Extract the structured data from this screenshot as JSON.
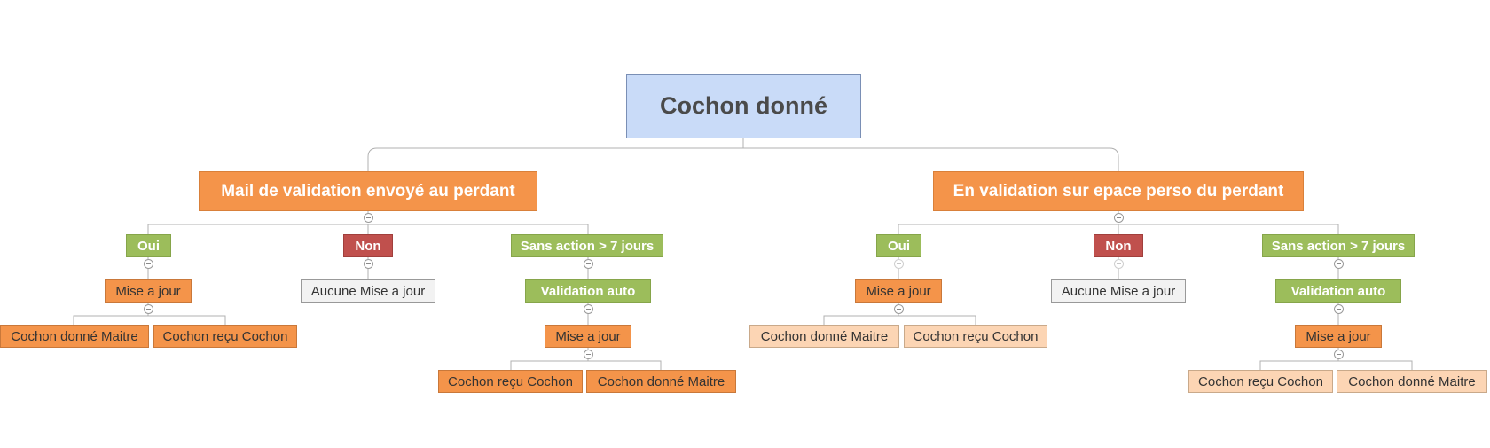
{
  "root": {
    "label": "Cochon donné"
  },
  "left": {
    "label": "Mail de validation envoyé au perdant",
    "oui": {
      "label": "Oui",
      "update": "Mise a jour",
      "leaves": [
        "Cochon donné Maitre",
        "Cochon reçu Cochon"
      ]
    },
    "non": {
      "label": "Non",
      "result": "Aucune Mise a jour"
    },
    "sans_action": {
      "label": "Sans action > 7 jours",
      "validation": "Validation auto",
      "update": "Mise a jour",
      "leaves": [
        "Cochon reçu Cochon",
        "Cochon donné Maitre"
      ]
    }
  },
  "right": {
    "label": "En validation sur epace perso du perdant",
    "oui": {
      "label": "Oui",
      "update": "Mise a jour",
      "leaves": [
        "Cochon donné Maitre",
        "Cochon reçu Cochon"
      ]
    },
    "non": {
      "label": "Non",
      "result": "Aucune Mise a jour"
    },
    "sans_action": {
      "label": "Sans action > 7 jours",
      "validation": "Validation auto",
      "update": "Mise a jour",
      "leaves": [
        "Cochon reçu Cochon",
        "Cochon donné Maitre"
      ]
    }
  },
  "colors": {
    "root_fill": "#c9dbf8",
    "main_fill": "#f4944a",
    "yes_fill": "#9cbd5b",
    "no_fill": "#c0504d",
    "leaf_peach": "#fcd5b4",
    "neutral_fill": "#f2f2f2",
    "connector": "#b0b0b0"
  }
}
